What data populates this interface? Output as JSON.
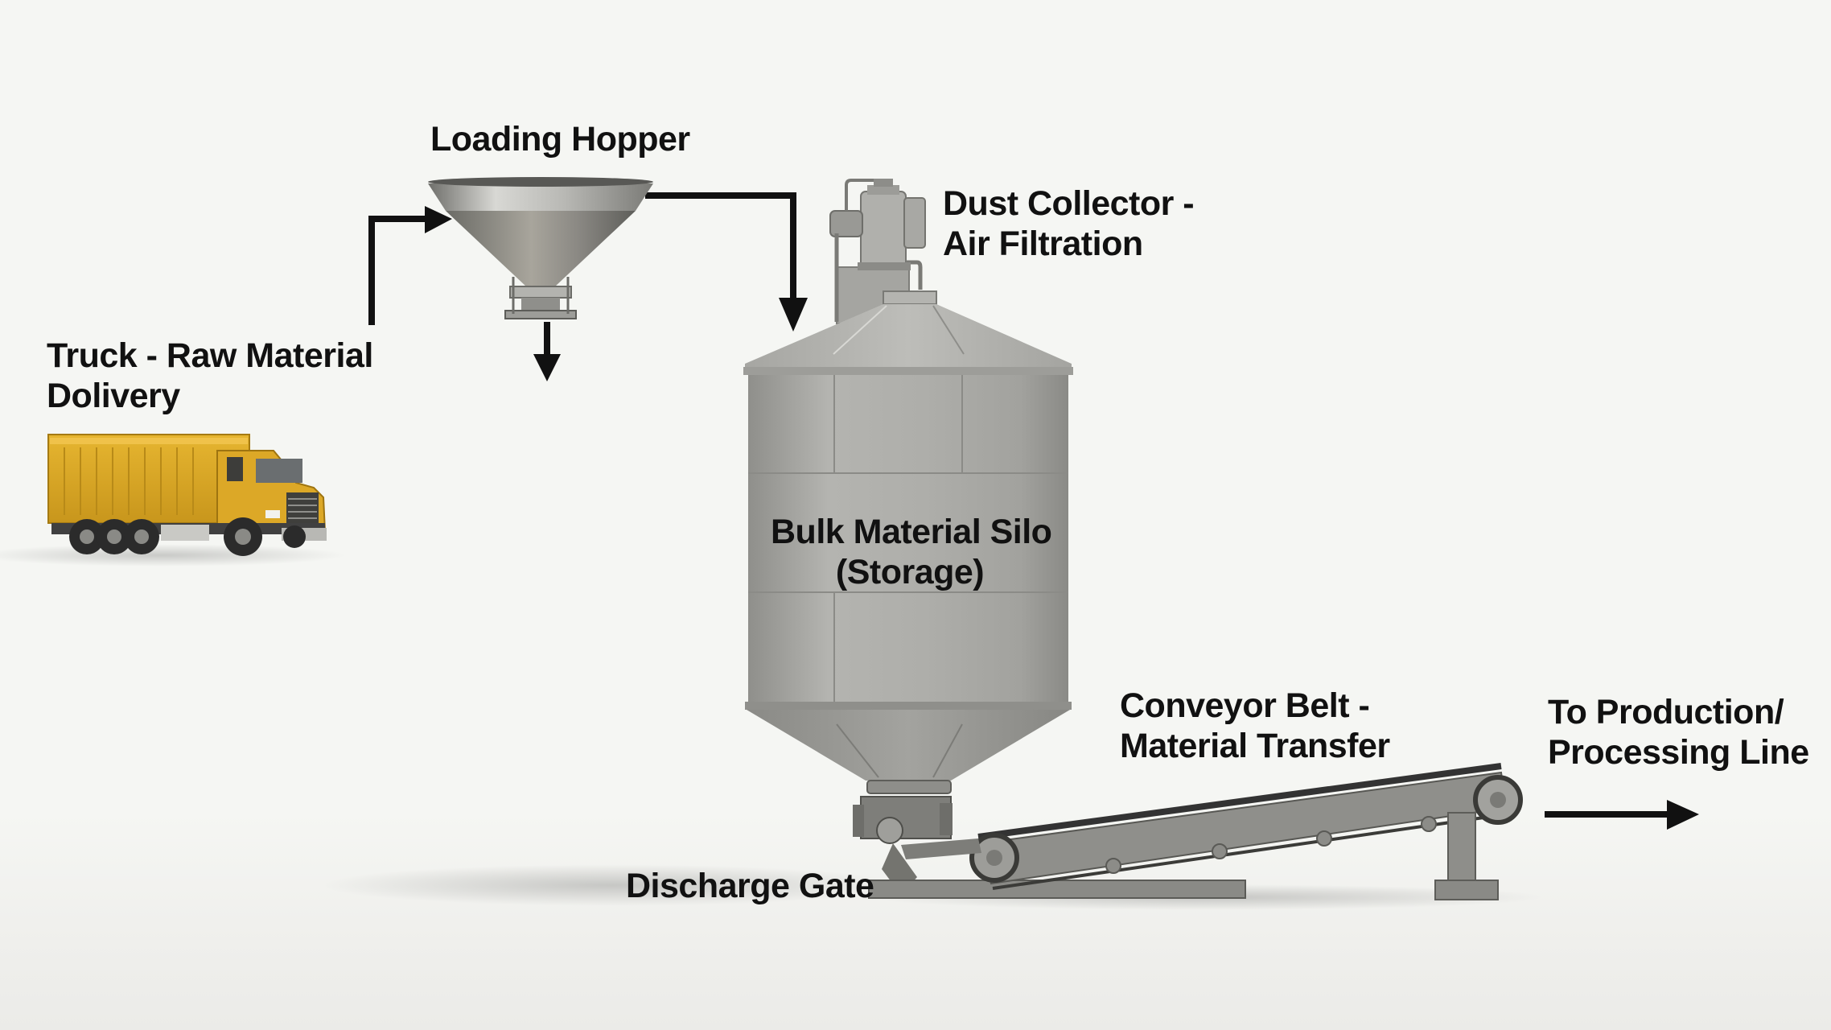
{
  "diagram": {
    "title": "Bulk material handling process flow",
    "background": "#f5f6f3",
    "arrow_color": "#111111",
    "nodes": [
      {
        "id": "truck",
        "label_lines": [
          "Truck - Raw Material",
          "Dolivery"
        ],
        "color": "#e0ad28",
        "kind": "truck"
      },
      {
        "id": "hopper",
        "label_lines": [
          "Loading Hopper"
        ],
        "color": "#9a9a96",
        "kind": "funnel"
      },
      {
        "id": "dust_collector",
        "label_lines": [
          "Dust Collector -",
          "Air Filtration"
        ],
        "color": "#a3a39f",
        "kind": "filter"
      },
      {
        "id": "silo",
        "label_lines": [
          "Bulk Material Silo",
          "(Storage)"
        ],
        "color": "#a8a8a4",
        "kind": "silo"
      },
      {
        "id": "discharge_gate",
        "label_lines": [
          "Discharge Gate"
        ],
        "color": "#8a8a86",
        "kind": "valve"
      },
      {
        "id": "conveyor",
        "label_lines": [
          "Conveyor Belt -",
          "Material Transfer"
        ],
        "color": "#8f8f8b",
        "kind": "conveyor"
      },
      {
        "id": "production",
        "label_lines": [
          "To Production/",
          "Processing Line"
        ],
        "kind": "destination"
      }
    ],
    "edges": [
      {
        "from": "truck",
        "to": "hopper"
      },
      {
        "from": "hopper",
        "to": "silo"
      },
      {
        "from": "hopper",
        "to": "below-hopper"
      },
      {
        "from": "silo",
        "to": "discharge_gate"
      },
      {
        "from": "discharge_gate",
        "to": "conveyor"
      },
      {
        "from": "conveyor",
        "to": "production"
      }
    ]
  }
}
